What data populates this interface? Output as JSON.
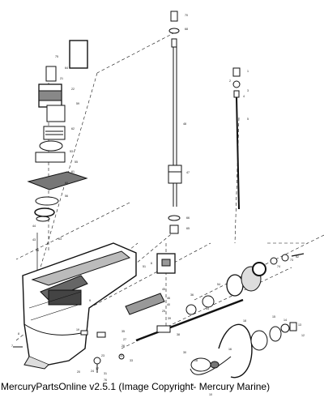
{
  "diagram": {
    "copyright": "MercuryPartsOnline v2.5.1 (Image Copyright- Mercury Marine)",
    "callouts": [
      "70",
      "68",
      "75",
      "64",
      "48",
      "1",
      "2",
      "3",
      "4",
      "5",
      "47",
      "66",
      "65",
      "21",
      "22",
      "59",
      "62",
      "53",
      "55",
      "61",
      "60",
      "56",
      "43",
      "63",
      "44",
      "58",
      "45",
      "46",
      "40",
      "25",
      "39",
      "37",
      "36",
      "34",
      "38",
      "30",
      "28",
      "35",
      "27",
      "26",
      "32",
      "33",
      "31",
      "24",
      "23",
      "18",
      "16",
      "15",
      "14",
      "13",
      "12",
      "11",
      "10",
      "9",
      "8",
      "7",
      "6",
      "51",
      "54",
      "74",
      "73",
      "52",
      "76",
      "17",
      "20",
      "19",
      "29"
    ]
  }
}
